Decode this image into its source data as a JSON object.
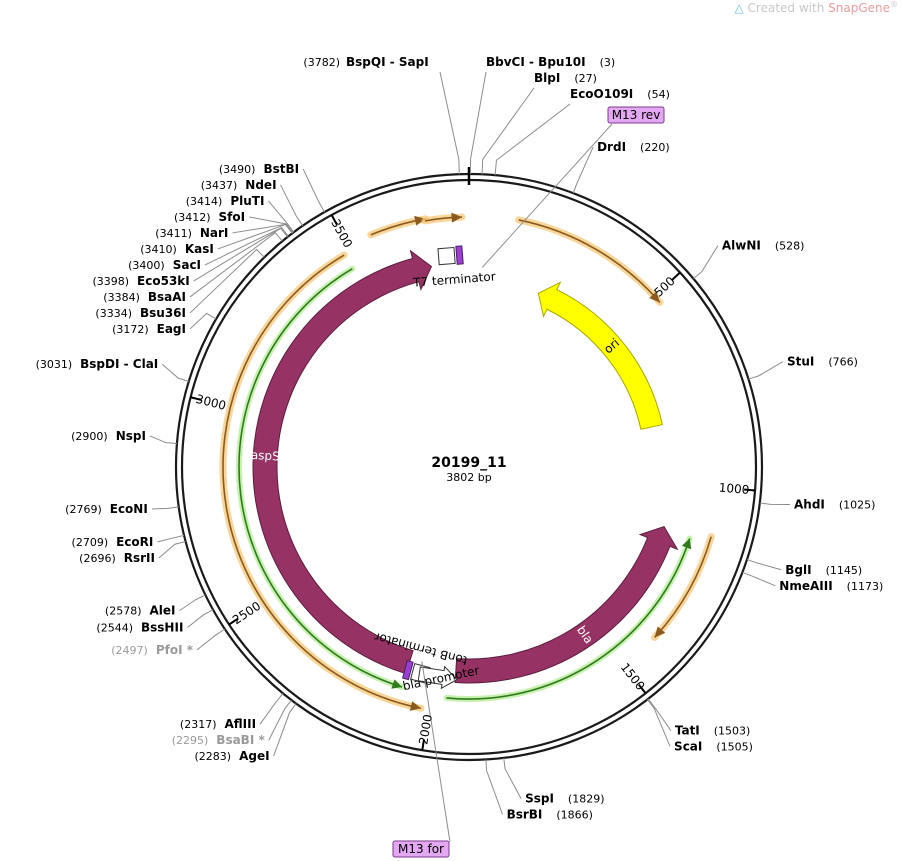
{
  "watermark": {
    "prefix": "Created with ",
    "brand": "SnapGene",
    "mark": "®"
  },
  "plasmid": {
    "name": "20199_11",
    "size_label": "3802 bp",
    "length": 3802
  },
  "ruler": [
    {
      "pos": 500,
      "label": "500"
    },
    {
      "pos": 1000,
      "label": "1000"
    },
    {
      "pos": 1500,
      "label": "1500"
    },
    {
      "pos": 2000,
      "label": "2000"
    },
    {
      "pos": 2500,
      "label": "2500"
    },
    {
      "pos": 3000,
      "label": "3000"
    },
    {
      "pos": 3500,
      "label": "3500"
    }
  ],
  "features": [
    {
      "name": "aspS",
      "start": 2080,
      "end": 3690,
      "strand": 1,
      "color": "#963264",
      "ring": "outer",
      "label_inside": true
    },
    {
      "name": "bla",
      "start": 1130,
      "end": 1940,
      "strand": -1,
      "color": "#963264",
      "ring": "outer",
      "label_inside": true
    },
    {
      "name": "ori",
      "start": 230,
      "end": 820,
      "strand": -1,
      "color": "#ffff00",
      "ring": "outer",
      "label_inside": true
    },
    {
      "name": "T7 terminator",
      "kind": "terminator",
      "pos": 3755
    },
    {
      "name": "tonB terminator",
      "kind": "terminator",
      "pos": 2058
    },
    {
      "name": "bla promoter",
      "kind": "promoter",
      "start": 1950,
      "end": 2035
    }
  ],
  "primers": [
    {
      "name": "M13 rev",
      "pos": 40
    },
    {
      "name": "M13 for",
      "pos": 2045
    }
  ],
  "sites": [
    {
      "name": "BspQI",
      "name2": "SapI",
      "pos": "3782",
      "bp": 3782,
      "side": "top"
    },
    {
      "name": "BbvCI",
      "name2": "Bpu10I",
      "pos": "3",
      "bp": 3,
      "side": "top"
    },
    {
      "name": "BlpI",
      "pos": "27",
      "bp": 27,
      "side": "top"
    },
    {
      "name": "EcoO109I",
      "pos": "54",
      "bp": 54,
      "side": "top"
    },
    {
      "name": "DrdI",
      "pos": "220",
      "bp": 220,
      "side": "right"
    },
    {
      "name": "AlwNI",
      "pos": "528",
      "bp": 528,
      "side": "right"
    },
    {
      "name": "StuI",
      "pos": "766",
      "bp": 766,
      "side": "right"
    },
    {
      "name": "AhdI",
      "pos": "1025",
      "bp": 1025,
      "side": "right"
    },
    {
      "name": "BglI",
      "pos": "1145",
      "bp": 1145,
      "side": "right"
    },
    {
      "name": "NmeAIII",
      "pos": "1173",
      "bp": 1173,
      "side": "right"
    },
    {
      "name": "TatI",
      "pos": "1503",
      "bp": 1503,
      "side": "right"
    },
    {
      "name": "ScaI",
      "pos": "1505",
      "bp": 1505,
      "side": "right"
    },
    {
      "name": "SspI",
      "pos": "1829",
      "bp": 1829,
      "side": "right"
    },
    {
      "name": "BsrBI",
      "pos": "1866",
      "bp": 1866,
      "side": "right"
    },
    {
      "name": "AgeI",
      "pos": "2283",
      "bp": 2283,
      "side": "left"
    },
    {
      "name": "BsaBI *",
      "pos": "2295",
      "bp": 2295,
      "side": "left",
      "dim": true
    },
    {
      "name": "AflIII",
      "pos": "2317",
      "bp": 2317,
      "side": "left"
    },
    {
      "name": "PfoI *",
      "pos": "2497",
      "bp": 2497,
      "side": "left",
      "dim": true
    },
    {
      "name": "BssHII",
      "pos": "2544",
      "bp": 2544,
      "side": "left"
    },
    {
      "name": "AleI",
      "pos": "2578",
      "bp": 2578,
      "side": "left"
    },
    {
      "name": "RsrII",
      "pos": "2696",
      "bp": 2696,
      "side": "left"
    },
    {
      "name": "EcoRI",
      "pos": "2709",
      "bp": 2709,
      "side": "left"
    },
    {
      "name": "EcoNI",
      "pos": "2769",
      "bp": 2769,
      "side": "left"
    },
    {
      "name": "NspI",
      "pos": "2900",
      "bp": 2900,
      "side": "left"
    },
    {
      "name": "BspDI",
      "name2": "ClaI",
      "pos": "3031",
      "bp": 3031,
      "side": "left"
    },
    {
      "name": "EagI",
      "pos": "3172",
      "bp": 3172,
      "side": "left"
    },
    {
      "name": "Bsu36I",
      "pos": "3334",
      "bp": 3334,
      "side": "left"
    },
    {
      "name": "BsaAI",
      "pos": "3384",
      "bp": 3384,
      "side": "left"
    },
    {
      "name": "Eco53kI",
      "pos": "3398",
      "bp": 3398,
      "side": "left"
    },
    {
      "name": "SacI",
      "pos": "3400",
      "bp": 3400,
      "side": "left"
    },
    {
      "name": "KasI",
      "pos": "3410",
      "bp": 3410,
      "side": "left"
    },
    {
      "name": "NarI",
      "pos": "3411",
      "bp": 3411,
      "side": "left"
    },
    {
      "name": "SfoI",
      "pos": "3412",
      "bp": 3412,
      "side": "left"
    },
    {
      "name": "PluTI",
      "pos": "3414",
      "bp": 3414,
      "side": "left"
    },
    {
      "name": "NdeI",
      "pos": "3437",
      "bp": 3437,
      "side": "left"
    },
    {
      "name": "BstBI",
      "pos": "3490",
      "bp": 3490,
      "side": "left"
    }
  ]
}
